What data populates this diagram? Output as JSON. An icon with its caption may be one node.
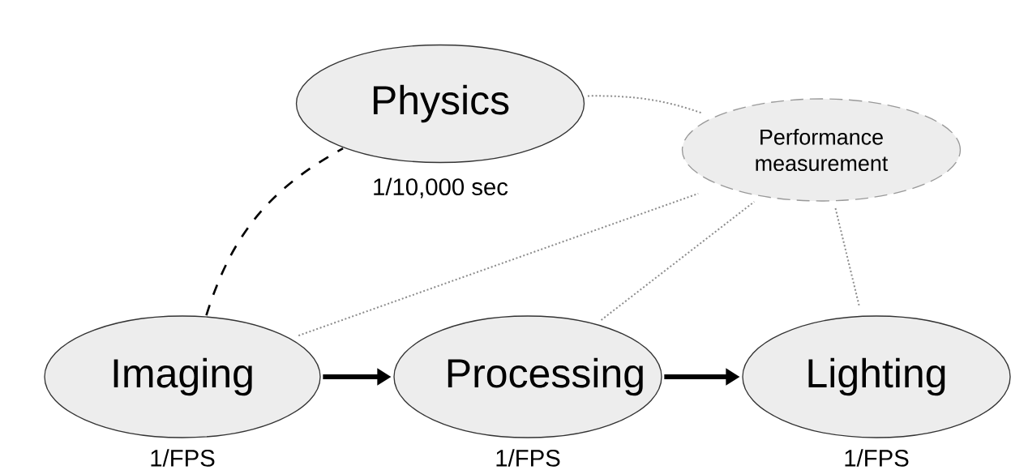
{
  "diagram": {
    "nodes": [
      {
        "text": [
          "Physics"
        ],
        "beside": [
          "1/10,000 sec"
        ]
      },
      {
        "text": [
          "Performance measurement"
        ]
      },
      {
        "text": [
          "Imaging"
        ],
        "beside": [
          "1/FPS"
        ]
      },
      {
        "text": [
          "Processing"
        ],
        "beside": [
          "1/FPS"
        ]
      },
      {
        "text": [
          "Lighting"
        ],
        "beside": [
          "1/FPS"
        ]
      }
    ],
    "edges": [
      {
        "from": 2,
        "to": 0,
        "arrow": "none",
        "style": "dashed",
        "color": "#000000"
      },
      {
        "from": 2,
        "to": 3,
        "arrow": "to",
        "style": "thick",
        "color": "#000000"
      },
      {
        "from": 3,
        "to": 4,
        "arrow": "to",
        "style": "thick",
        "color": "#000000"
      },
      {
        "from": 0,
        "to": 1,
        "arrow": "none",
        "style": "dashed"
      },
      {
        "from": 2,
        "to": 1,
        "arrow": "none",
        "style": "dashed"
      },
      {
        "from": 3,
        "to": 1,
        "arrow": "none",
        "style": "dashed"
      },
      {
        "from": 4,
        "to": 1,
        "arrow": "none",
        "style": "dashed"
      }
    ]
  }
}
